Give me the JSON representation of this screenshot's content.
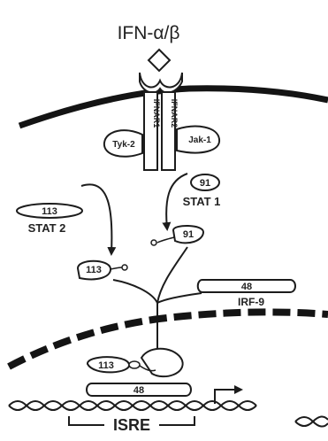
{
  "title": "IFN-α/β",
  "receptors": {
    "ifnar1": "IFNAR1",
    "ifnar2": "IFNAR2"
  },
  "kinases": {
    "tyk2": "Tyk-2",
    "jak1": "Jak-1"
  },
  "stat1": {
    "number": "91",
    "label": "STAT 1",
    "phospho_number": "91"
  },
  "stat2": {
    "number": "113",
    "label": "STAT 2",
    "phospho_number": "113"
  },
  "irf9": {
    "number": "48",
    "label": "IRF-9"
  },
  "complex": {
    "stat2_number": "113",
    "irf9_number": "48"
  },
  "dna_element": "ISRE",
  "colors": {
    "ink": "#1c1c1c",
    "background": "#ffffff"
  }
}
